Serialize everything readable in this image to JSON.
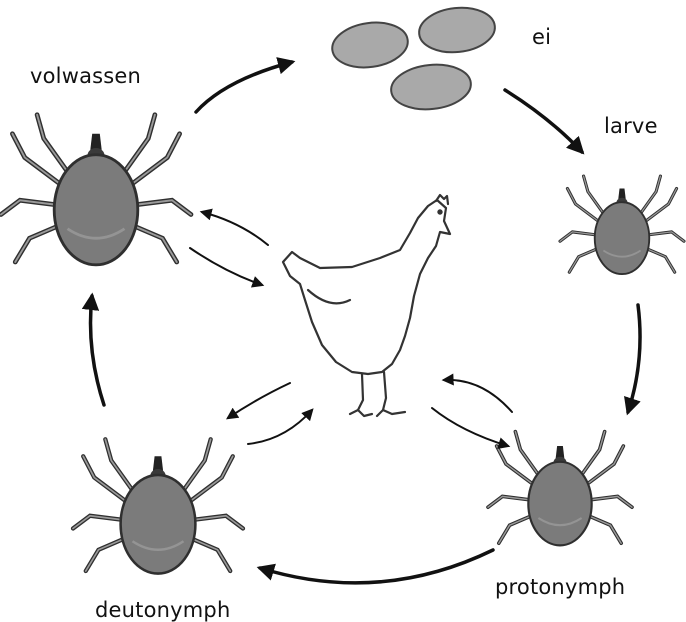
{
  "labels": {
    "adult": "volwassen",
    "egg": "ei",
    "larva": "larve",
    "protonymph": "protonymph",
    "deutonymph": "deutonymph"
  },
  "colors": {
    "mite_body": "#7b7b7b",
    "mite_outline": "#2f2f2f",
    "egg_fill": "#a9a9a9",
    "arrow": "#111111",
    "hen_line": "#333333"
  }
}
